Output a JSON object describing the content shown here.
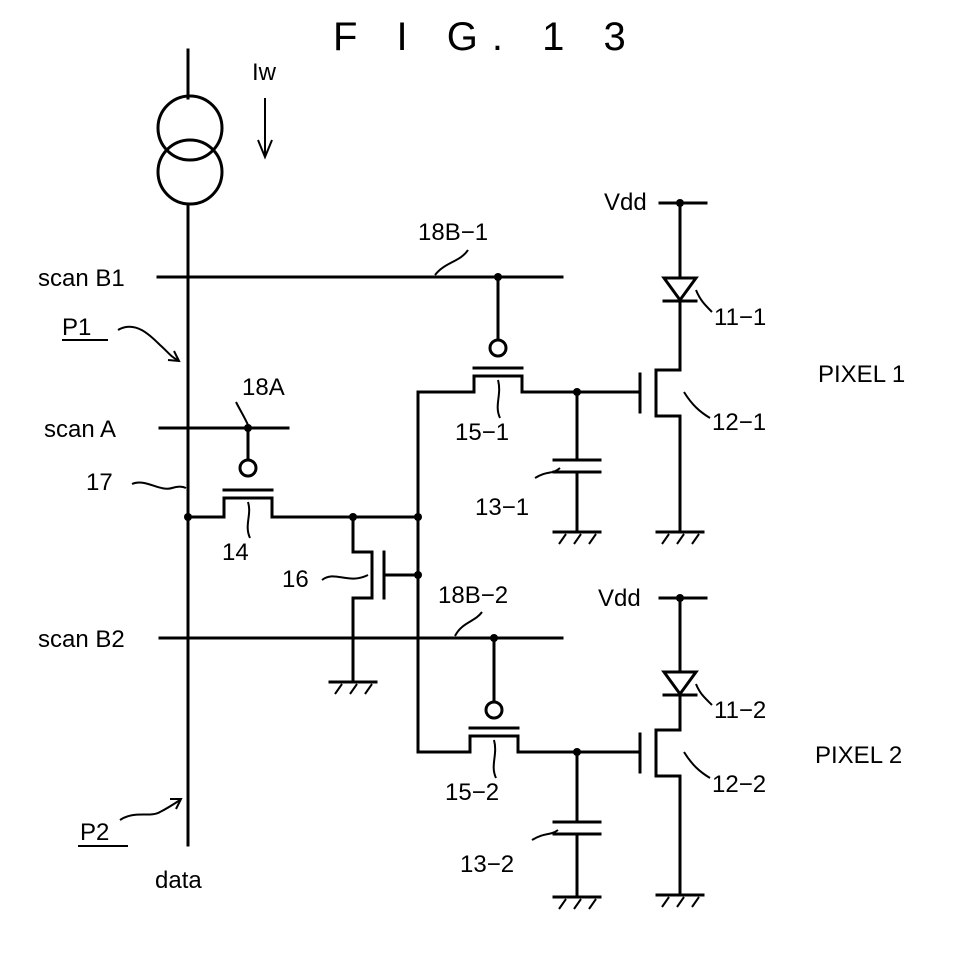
{
  "figure": {
    "title": "F I G. 1 3"
  },
  "labels": {
    "iw": "Iw",
    "scan_b1": "scan B1",
    "scan_a": "scan A",
    "scan_b2": "scan B2",
    "p1": "P1",
    "p2": "P2",
    "data": "data",
    "n17": "17",
    "n14": "14",
    "n16": "16",
    "n18a": "18A",
    "n18b1": "18B−1",
    "n18b2": "18B−2",
    "n15_1": "15−1",
    "n15_2": "15−2",
    "n13_1": "13−1",
    "n13_2": "13−2",
    "n12_1": "12−1",
    "n12_2": "12−2",
    "n11_1": "11−1",
    "n11_2": "11−2",
    "vdd1": "Vdd",
    "vdd2": "Vdd",
    "pixel1": "PIXEL 1",
    "pixel2": "PIXEL 2"
  }
}
